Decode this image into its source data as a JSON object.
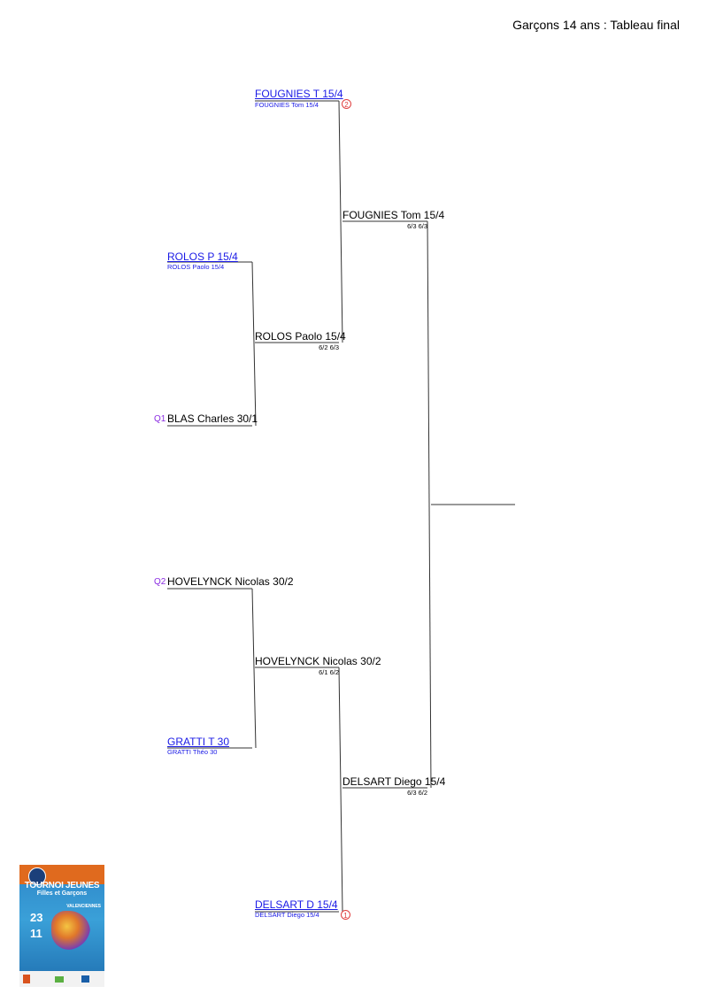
{
  "title": "Garçons 14 ans : Tableau final",
  "round1": [
    {
      "label": "FOUGNIES T 15/4",
      "sub": "FOUGNIES Tom 15/4",
      "seed": "2"
    },
    {
      "label": "ROLOS P 15/4",
      "sub": "ROLOS Paolo 15/4"
    },
    {
      "qualifier": "Q1",
      "label": "BLAS Charles 30/1"
    },
    {
      "qualifier": "Q2",
      "label": "HOVELYNCK Nicolas 30/2"
    },
    {
      "label": "GRATTI T 30",
      "sub": "GRATTI Théo 30"
    },
    {
      "label": "DELSART D 15/4",
      "sub": "DELSART Diego 15/4",
      "seed": "1"
    }
  ],
  "round2": [
    {
      "winner": "ROLOS Paolo 15/4",
      "score": "6/2 6/3"
    },
    {
      "winner": "HOVELYNCK Nicolas 30/2",
      "score": "6/1 6/2"
    }
  ],
  "round3": [
    {
      "winner": "FOUGNIES Tom 15/4",
      "score": "6/3 6/3"
    },
    {
      "winner": "DELSART Diego 15/4",
      "score": "6/3 6/2"
    }
  ],
  "poster": {
    "title": "TOURNOI JEUNES",
    "subtitle": "Filles et Garçons",
    "city": "VALENCIENNES",
    "day1": "23",
    "day2": "11"
  }
}
